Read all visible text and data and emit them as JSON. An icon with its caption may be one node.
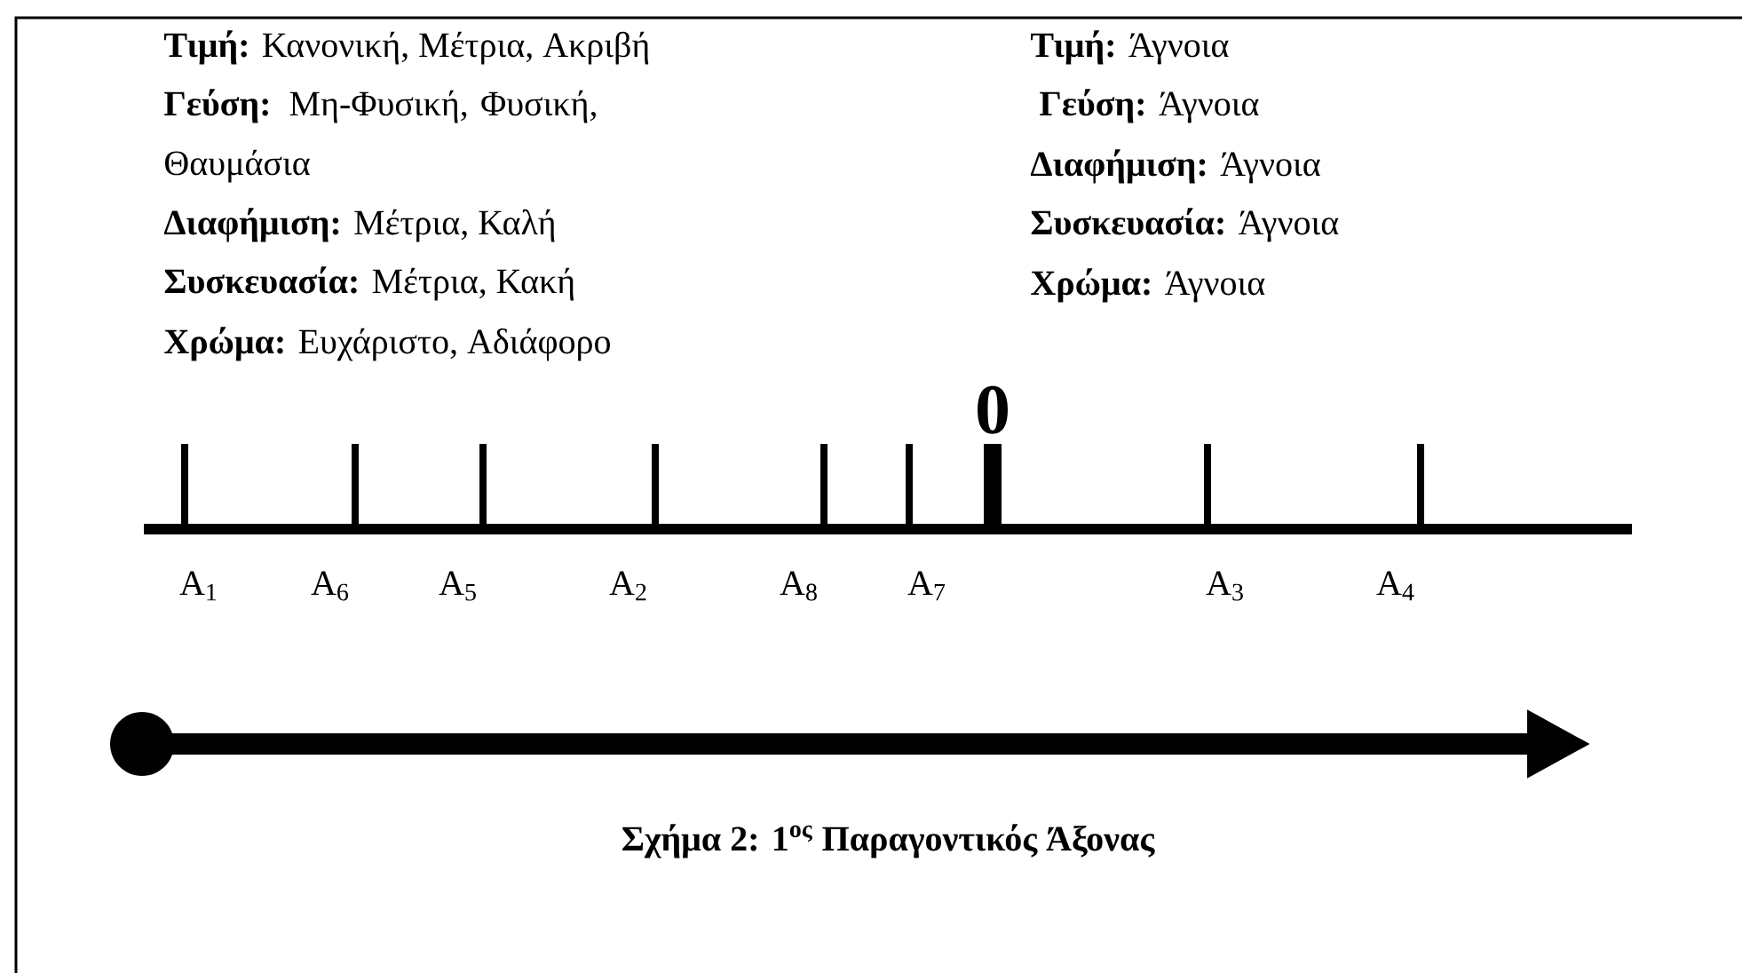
{
  "diagram": {
    "caption": "Σχήμα 2: 1$^{ος}$ Παραγοντικός Άξονας",
    "labels": [
      "**Τιμή:** Κανονική, Μέτρια, Ακριβή",
      "**Γεύση:** Μη-Φυσική, Φυσική, Θαυμάσια",
      "**Διαφήμιση:** Μέτρια, Καλή",
      "**Συσκευασία:** Μέτρια, Κακή",
      "**Χρώμα:** Ευχάριστο, Αδιάφορο",
      "**Τιμή:** Άγνοια",
      "**Γεύση:** Άγνοια",
      "**Διαφήμιση:** Άγνοια",
      "**Συσκευασία:** Άγνοια",
      "**Χρώμα:** Άγνοια",
      "0",
      "A$_{1}$",
      "A$_{6}$",
      "A$_{5}$",
      "A$_{2}$",
      "A$_{8}$",
      "A$_{7}$",
      "A$_{3}$",
      "A$_{4}$"
    ]
  }
}
